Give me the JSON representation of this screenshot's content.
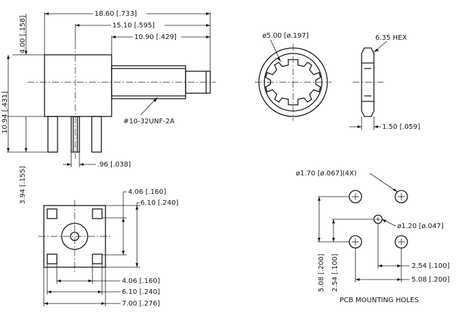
{
  "side_view": {
    "dim_overall_length": "18.60 [.733]",
    "dim_thread_to_body": "15.10 [.595]",
    "dim_thread_length": "10.90 [.429]",
    "dim_top_to_center": "4.00 [.158]",
    "dim_body_height": "10.94 [.431]",
    "dim_pin_length": "3.94 [.155]",
    "dim_pin_diameter": ".96 [.038]",
    "thread_spec": "#10-32UNF-2A"
  },
  "washer_view": {
    "dim_inner_diameter": "ø5.00 [ø.197]"
  },
  "nut_view": {
    "hex_label": "6.35 HEX",
    "dim_thickness": "1.50 [.059]"
  },
  "bottom_view": {
    "dim_post_span_v1": "4.06 [.160]",
    "dim_post_span_v2": "6.10 [.240]",
    "dim_post_span_h1": "4.06 [.160]",
    "dim_post_span_h2": "6.10 [.240]",
    "dim_body_width": "7.00 [.276]"
  },
  "pcb_layout": {
    "dim_ground_hole": "ø1.70 [ø.067](4X)",
    "dim_center_hole": "ø1.20 [ø.047]",
    "dim_vert_span": "5.08 [.200]",
    "dim_vert_half": "2.54 [.100]",
    "dim_horiz_half": "2.54 [.100]",
    "dim_horiz_span": "5.08 [.200]",
    "caption": "PCB MOUNTING HOLES"
  }
}
